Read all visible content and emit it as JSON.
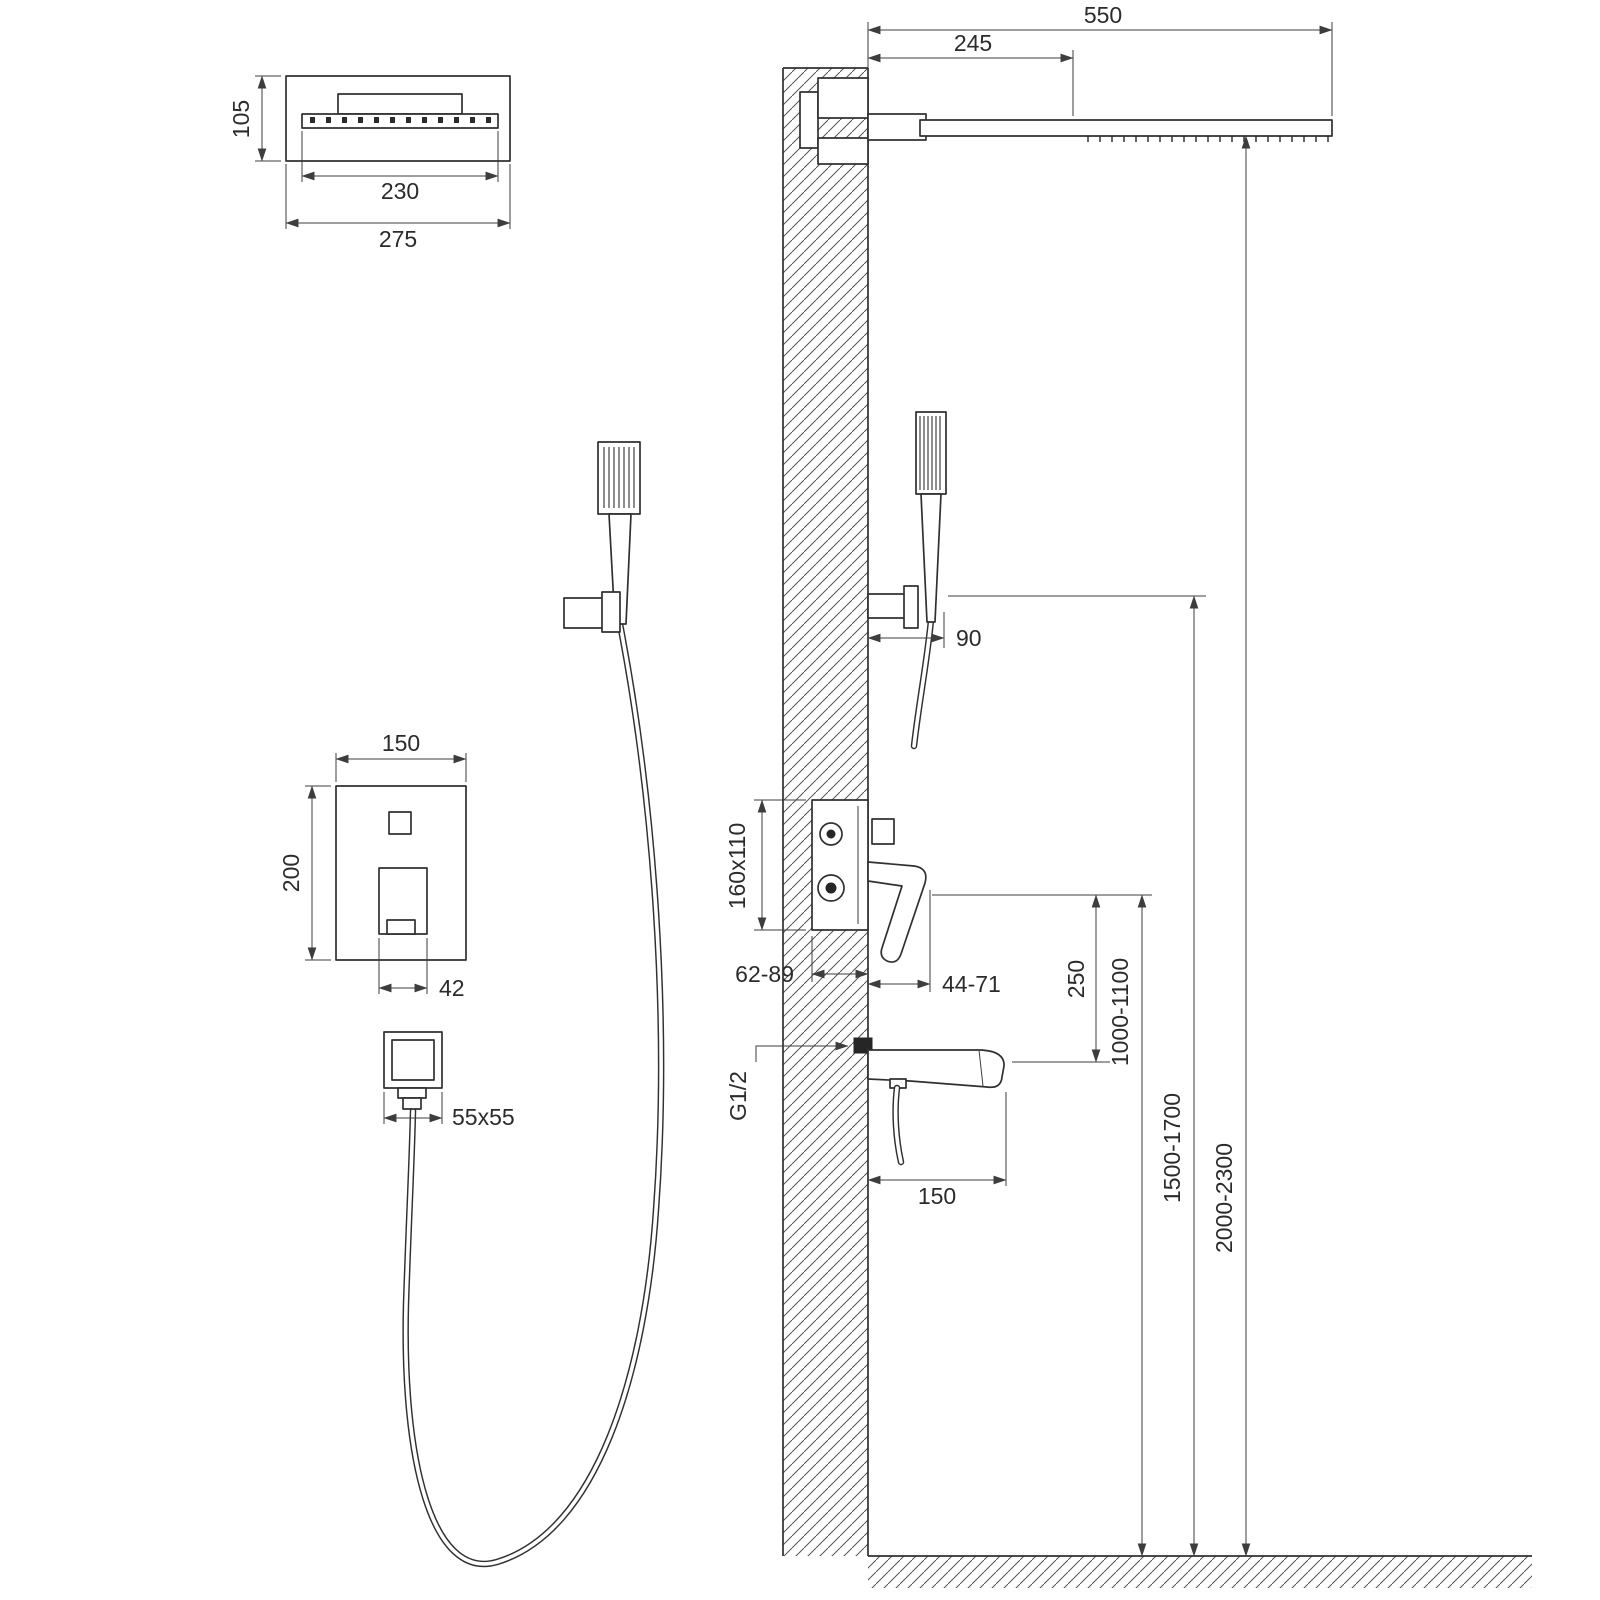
{
  "drawing": {
    "front_head": {
      "height": "105",
      "spray_width": "230",
      "total_width": "275"
    },
    "mixer": {
      "width": "150",
      "height": "200",
      "handle_width": "42"
    },
    "outlet": {
      "flange": "55x55"
    },
    "side": {
      "head_reach": "550",
      "head_offset": "245",
      "holder_depth": "90",
      "mixer_box": "160x110",
      "recess_depth": "62-89",
      "handle_depth": "44-71",
      "spout_drop": "250",
      "spout_length": "150",
      "thread": "G1/2",
      "height_mixer": "1000-1100",
      "height_holder": "1500-1700",
      "height_head": "2000-2300"
    }
  },
  "colors": {
    "line": "#303030",
    "dim": "#3d3d3d",
    "background": "#ffffff"
  }
}
